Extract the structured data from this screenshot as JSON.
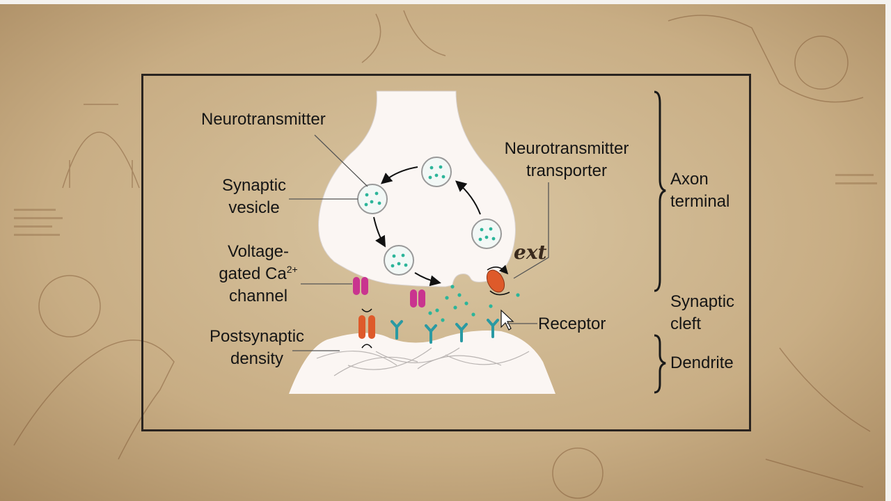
{
  "labels": {
    "neurotransmitter": "Neurotransmitter",
    "synaptic_vesicle_1": "Synaptic",
    "synaptic_vesicle_2": "vesicle",
    "voltage_1": "Voltage-",
    "voltage_2_prefix": "gated Ca",
    "voltage_2_sup": "2+",
    "voltage_3": "channel",
    "postsynaptic_1": "Postsynaptic",
    "postsynaptic_2": "density",
    "transporter_1": "Neurotransmitter",
    "transporter_2": "transporter",
    "receptor": "Receptor",
    "axon_1": "Axon",
    "axon_2": "terminal",
    "cleft_1": "Synaptic",
    "cleft_2": "cleft",
    "dendrite": "Dendrite"
  },
  "overlay_text": "ext",
  "colors": {
    "background": "#c9b08a",
    "cell": "#fbf6f3",
    "vesicle_dot": "#2bb59a",
    "ca_channel": "#c9348f",
    "orange_channel": "#de5a2a",
    "receptor": "#2a9aa3"
  }
}
